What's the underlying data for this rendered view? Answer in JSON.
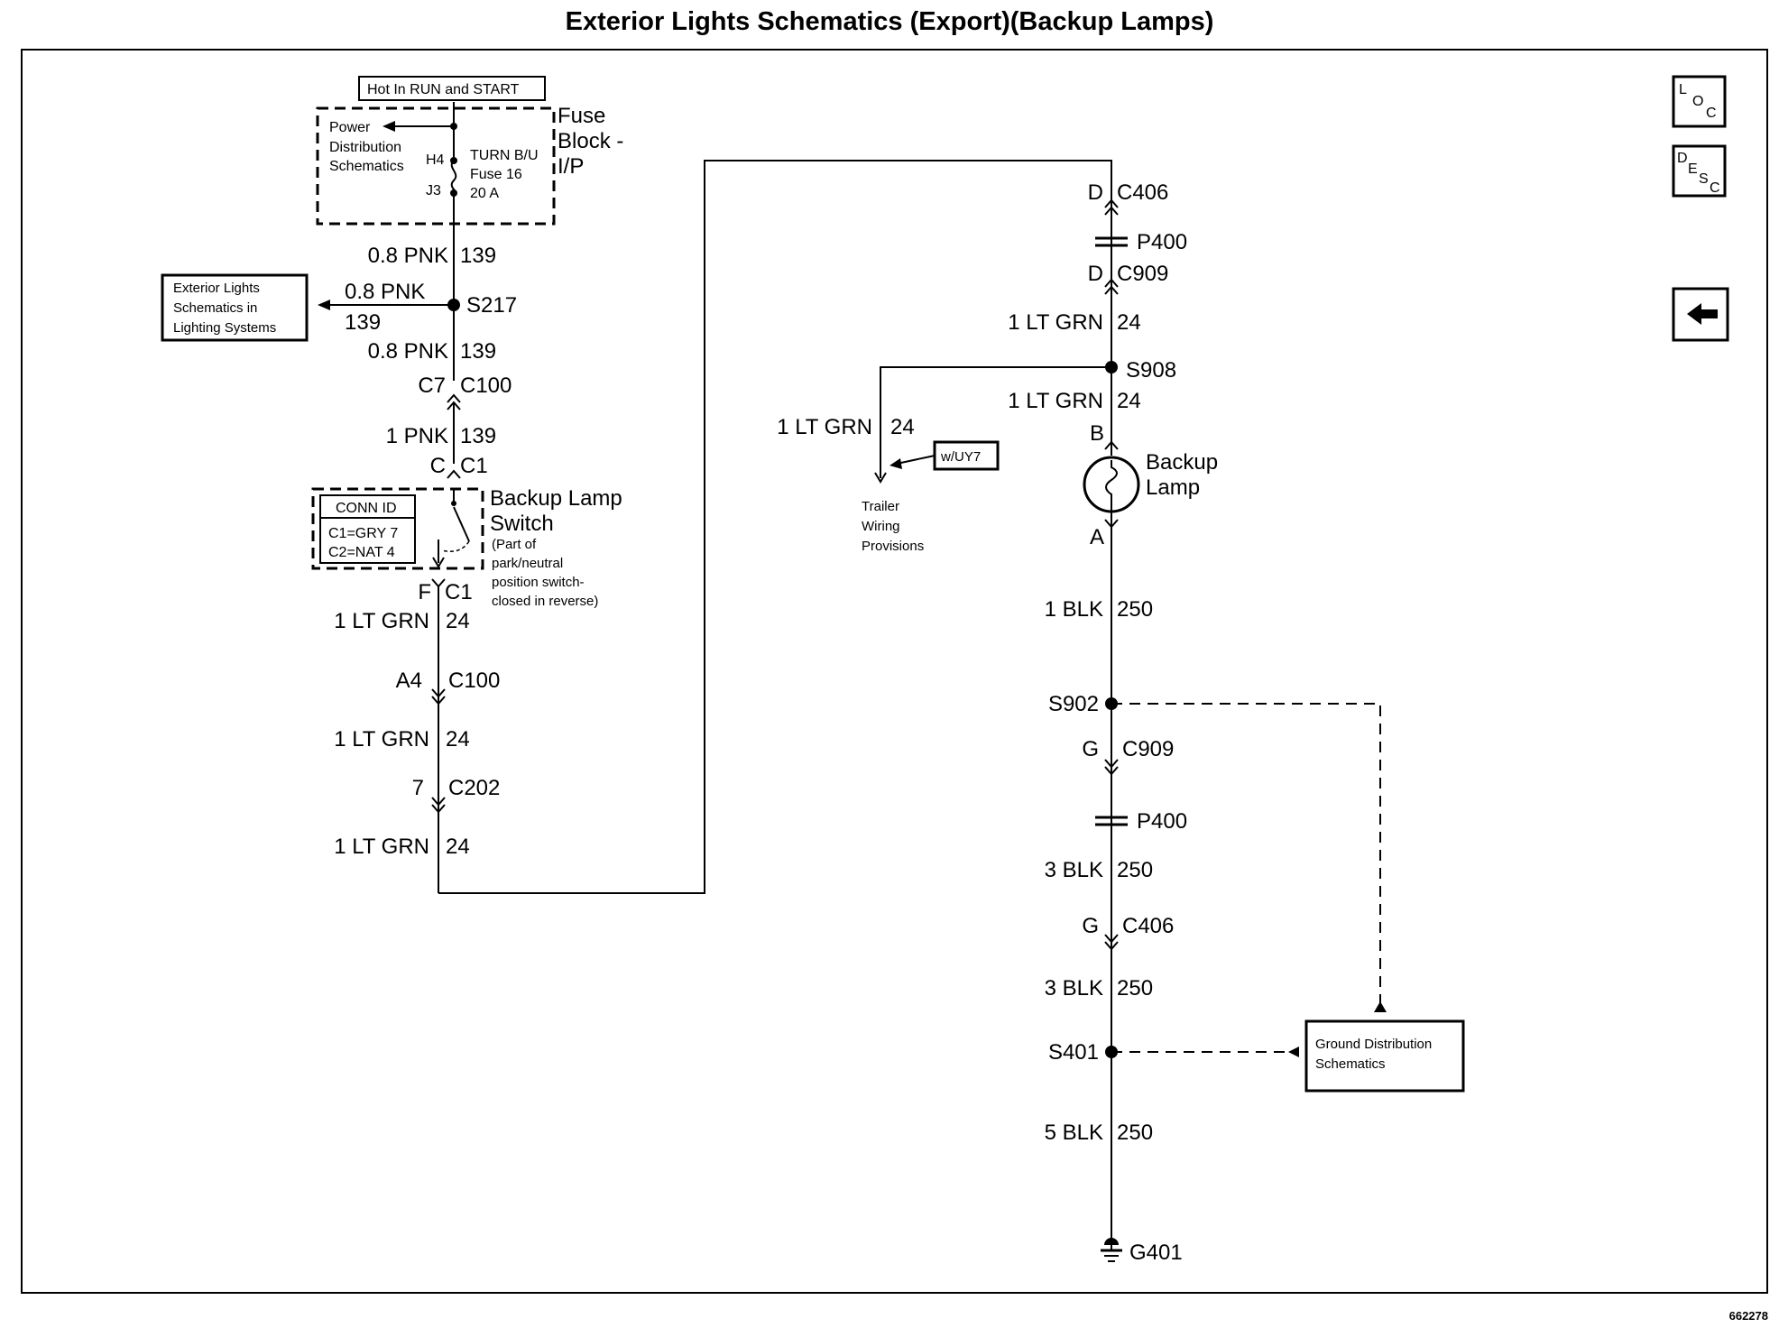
{
  "title": "Exterior Lights Schematics (Export)(Backup Lamps)",
  "figure_id": "662278",
  "nav": {
    "loc": [
      "L",
      "O",
      "C"
    ],
    "desc": [
      "D",
      "E",
      "S",
      "C"
    ],
    "back_arrow_icon": "left-arrow-icon"
  },
  "power": {
    "hot_label": "Hot In RUN and START",
    "fuse_block_lines": [
      "Fuse",
      "Block -",
      "I/P"
    ],
    "power_dist_lines": [
      "Power",
      "Distribution",
      "Schematics"
    ],
    "h4": "H4",
    "j3": "J3",
    "fuse_lines": [
      "TURN B/U",
      "Fuse 16",
      "20 A"
    ]
  },
  "left_wire": {
    "w1": {
      "gauge": "0.8 PNK",
      "circuit": "139"
    },
    "s217": "S217",
    "ext_box_lines": [
      "Exterior Lights",
      "Schematics in",
      "Lighting Systems"
    ],
    "branch_gauge": "0.8 PNK",
    "branch_circuit": "139",
    "w2": {
      "gauge": "0.8 PNK",
      "circuit": "139"
    },
    "c100_top": {
      "pin": "C7",
      "conn": "C100"
    },
    "w3": {
      "gauge": "1 PNK",
      "circuit": "139"
    },
    "c1_top": {
      "pin": "C",
      "conn": "C1"
    },
    "conn_id_title": "CONN ID",
    "conn_id_lines": [
      "C1=GRY 7",
      "C2=NAT 4"
    ],
    "switch_name_lines": [
      "Backup Lamp",
      "Switch"
    ],
    "switch_note_lines": [
      "(Part of",
      "park/neutral",
      "position switch-",
      "closed in reverse)"
    ],
    "c1_bottom": {
      "pin": "F",
      "conn": "C1"
    },
    "w4": {
      "gauge": "1 LT GRN",
      "circuit": "24"
    },
    "c100_bottom": {
      "pin": "A4",
      "conn": "C100"
    },
    "w5": {
      "gauge": "1 LT GRN",
      "circuit": "24"
    },
    "c202": {
      "pin": "7",
      "conn": "C202"
    },
    "w6": {
      "gauge": "1 LT GRN",
      "circuit": "24"
    }
  },
  "right_wire": {
    "c406_top": {
      "pin": "D",
      "conn": "C406"
    },
    "p400_top": "P400",
    "c909_top": {
      "pin": "D",
      "conn": "C909"
    },
    "w1": {
      "gauge": "1 LT GRN",
      "circuit": "24"
    },
    "s908": "S908",
    "w2": {
      "gauge": "1 LT GRN",
      "circuit": "24"
    },
    "branch": {
      "gauge": "1 LT GRN",
      "circuit": "24"
    },
    "option": "w/UY7",
    "trailer_lines": [
      "Trailer",
      "Wiring",
      "Provisions"
    ],
    "lamp_pin_b": "B",
    "lamp_lines": [
      "Backup",
      "Lamp"
    ],
    "lamp_pin_a": "A",
    "w3": {
      "gauge": "1 BLK",
      "circuit": "250"
    },
    "s902": "S902",
    "c909_bottom": {
      "pin": "G",
      "conn": "C909"
    },
    "p400_bottom": "P400",
    "w4": {
      "gauge": "3 BLK",
      "circuit": "250"
    },
    "c406_bottom": {
      "pin": "G",
      "conn": "C406"
    },
    "w5": {
      "gauge": "3 BLK",
      "circuit": "250"
    },
    "s401": "S401",
    "ground_box_lines": [
      "Ground Distribution",
      "Schematics"
    ],
    "w6": {
      "gauge": "5 BLK",
      "circuit": "250"
    },
    "g401": "G401"
  }
}
